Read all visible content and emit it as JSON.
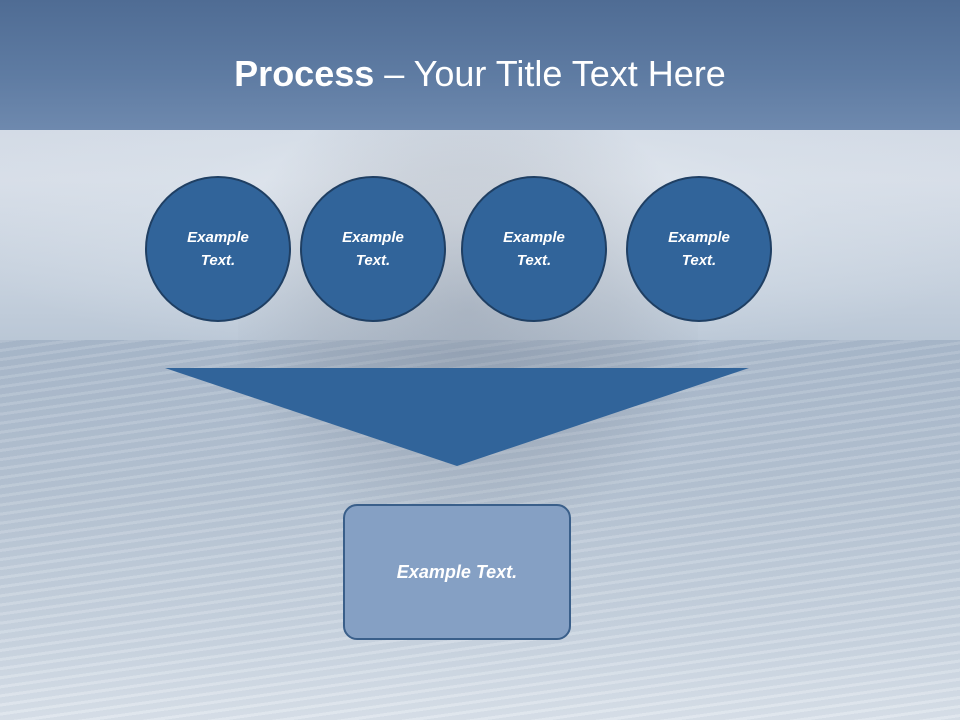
{
  "title": {
    "bold": "Process",
    "rest": " – Your Title Text Here"
  },
  "circles": [
    {
      "text": "Example Text."
    },
    {
      "text": "Example Text."
    },
    {
      "text": "Example Text."
    },
    {
      "text": "Example Text."
    }
  ],
  "result_box": {
    "text": "Example Text."
  },
  "colors": {
    "title_band": "#5f7ca3",
    "circle_fill": "#31649a",
    "circle_border": "#1f3f63",
    "funnel_fill": "#31649a",
    "box_fill": "#85a0c4",
    "text": "#ffffff"
  }
}
